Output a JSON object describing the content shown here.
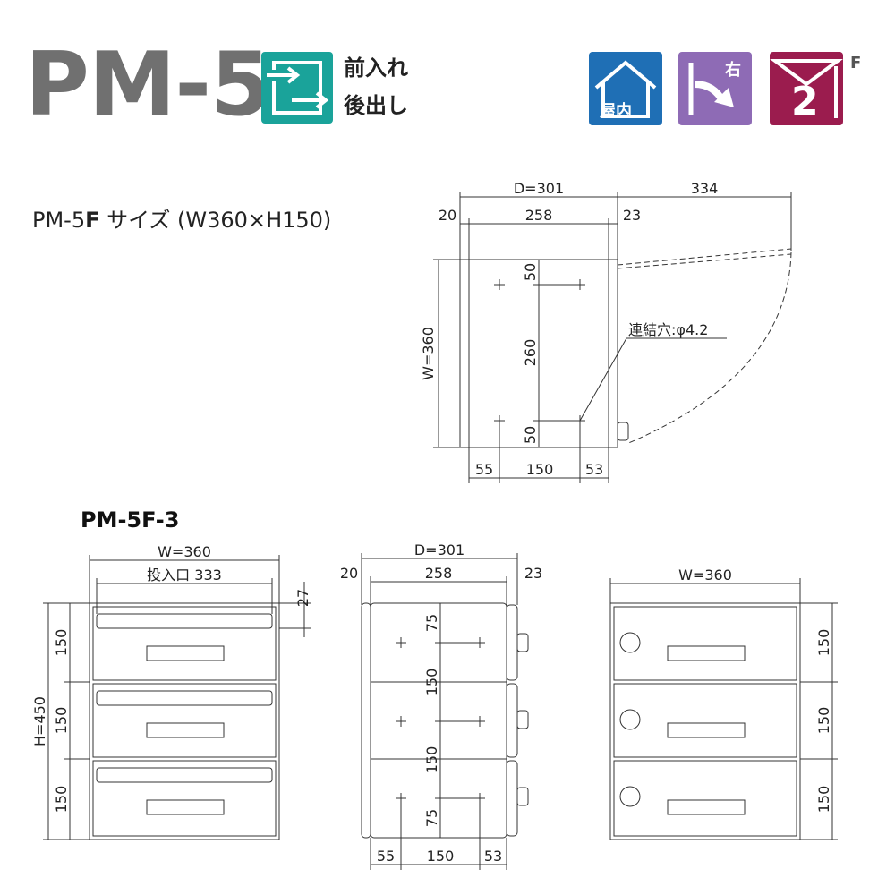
{
  "header": {
    "model": "PM-5",
    "front_label": "前入れ",
    "rear_label": "後出し",
    "indoor_label": "屋内",
    "hinge_label": "右",
    "layers_label": "2",
    "f_label": "F"
  },
  "single": {
    "caption_prefix": "PM-5",
    "caption_bold": "F",
    "caption_suffix": " サイズ (W360×H150)",
    "dims": {
      "depth": "D=301",
      "swing": "334",
      "front": "20",
      "body": "258",
      "rear": "23",
      "height": "W=360",
      "v_top": "50",
      "v_mid": "260",
      "v_bot": "50",
      "h_left": "55",
      "h_mid": "150",
      "h_right": "53",
      "hole_note": "連結穴:φ4.2"
    }
  },
  "stack": {
    "title": "PM-5F-3",
    "front_view": {
      "width": "W=360",
      "slot": "投入口 333",
      "slot_depth": "27",
      "height": "H=450",
      "row": "150"
    },
    "side_view": {
      "depth": "D=301",
      "front": "20",
      "body": "258",
      "rear": "23",
      "v_top": "75",
      "v_mid1": "150",
      "v_mid2": "150",
      "v_bot": "75",
      "h_left": "55",
      "h_mid": "150",
      "h_right": "53"
    },
    "back_view": {
      "width": "W=360",
      "row": "150"
    }
  }
}
